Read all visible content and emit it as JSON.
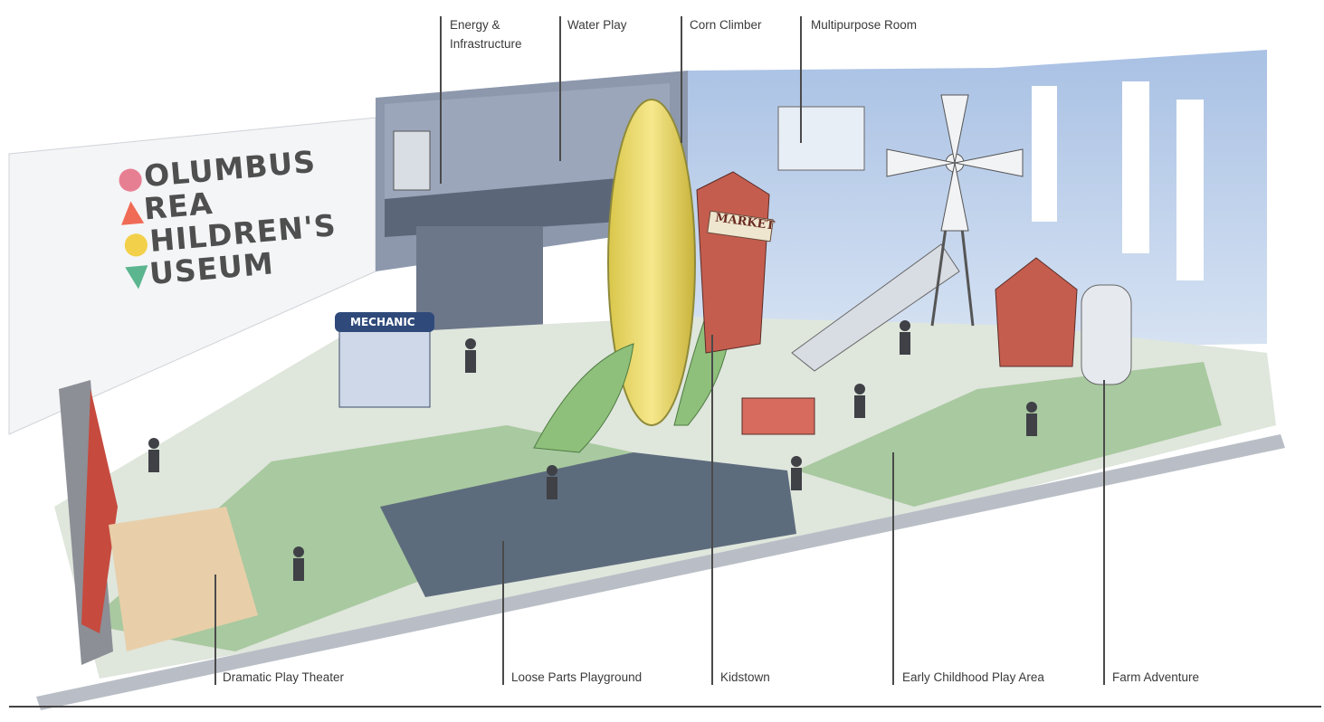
{
  "logo": {
    "lines": [
      "OLUMBUS",
      "REA",
      "HILDREN'S",
      "USEUM"
    ],
    "colors": [
      "#e77f93",
      "#ef6b55",
      "#f2d04a",
      "#5bb58f"
    ]
  },
  "labels": {
    "energy": "Energy &",
    "energy2": "Infrastructure",
    "water": "Water Play",
    "corn": "Corn Climber",
    "multipurpose": "Multipurpose Room",
    "theater": "Dramatic Play Theater",
    "loose": "Loose Parts Playground",
    "kidstown": "Kidstown",
    "early": "Early Childhood Play Area",
    "farm": "Farm Adventure"
  },
  "signs": {
    "mechanic": "MECHANIC",
    "market": "MARKET"
  }
}
